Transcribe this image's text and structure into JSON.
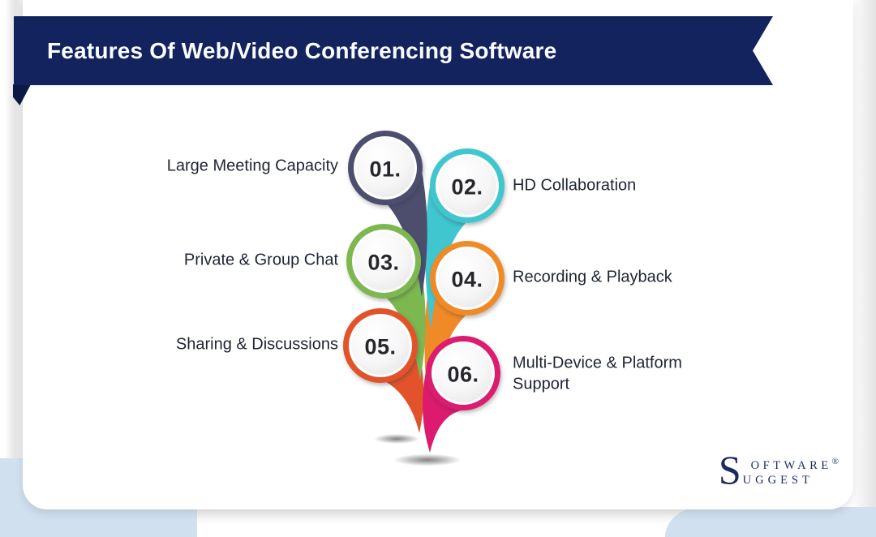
{
  "title": "Features Of Web/Video Conferencing Software",
  "features": [
    {
      "number": "01.",
      "label": "Large Meeting Capacity",
      "color": "#4d4d6e",
      "side": "left"
    },
    {
      "number": "02.",
      "label": "HD Collaboration",
      "color": "#3fc6ce",
      "side": "right"
    },
    {
      "number": "03.",
      "label": "Private & Group Chat",
      "color": "#7cb84f",
      "side": "left"
    },
    {
      "number": "04.",
      "label": "Recording & Playback",
      "color": "#f08a28",
      "side": "right"
    },
    {
      "number": "05.",
      "label": "Sharing & Discussions",
      "color": "#e2532b",
      "side": "left"
    },
    {
      "number": "06.",
      "label": "Multi-Device & Platform Support",
      "color": "#dc1a6e",
      "side": "right"
    }
  ],
  "logo": {
    "initial": "S",
    "top": "OFTWARE",
    "bottom": "UGGEST",
    "reg": "®"
  },
  "colors": {
    "banner_bg": "#12235d",
    "banner_fold": "#0a1a45",
    "title_text": "#fafcff",
    "label_text": "#1f2433",
    "number_text": "#26262c",
    "corner_blue": "#d0e0ef",
    "logo_navy": "#1c2b5e"
  }
}
